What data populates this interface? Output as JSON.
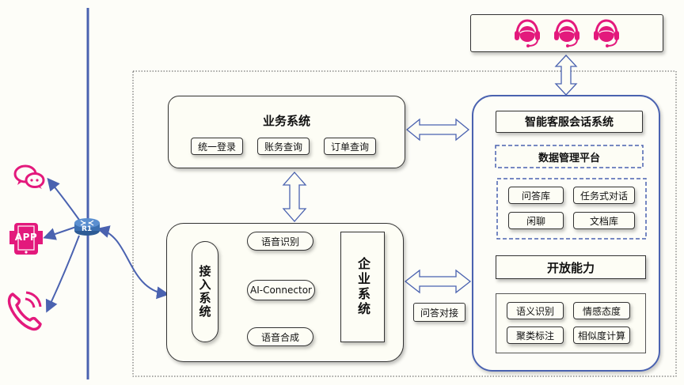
{
  "router": {
    "label": "R1"
  },
  "channels": [
    {
      "name": "wechat"
    },
    {
      "name": "app",
      "label": "APP"
    },
    {
      "name": "phone"
    }
  ],
  "agents_panel": {
    "count": 3
  },
  "business_system": {
    "title": "业务系统",
    "items": [
      "统一登录",
      "账务查询",
      "订单查询"
    ]
  },
  "access_block": {
    "access_system": "接入系统",
    "voice_recognition": "语音识别",
    "ai_connector": "AI-Connector",
    "voice_synthesis": "语音合成",
    "enterprise_system": "企业系统"
  },
  "qa_docking": "问答对接",
  "smart_service": {
    "title": "智能客服会话系统",
    "data_platform": "数据管理平台",
    "modules": [
      "问答库",
      "任务式对话",
      "闲聊",
      "文档库"
    ],
    "open_ability": "开放能力",
    "abilities": [
      "语义识别",
      "情感态度",
      "聚类标注",
      "相似度计算"
    ]
  },
  "colors": {
    "accent_pink": "#e3197c",
    "line_blue": "#4a62b0",
    "router_blue": "#3b6fb0"
  }
}
